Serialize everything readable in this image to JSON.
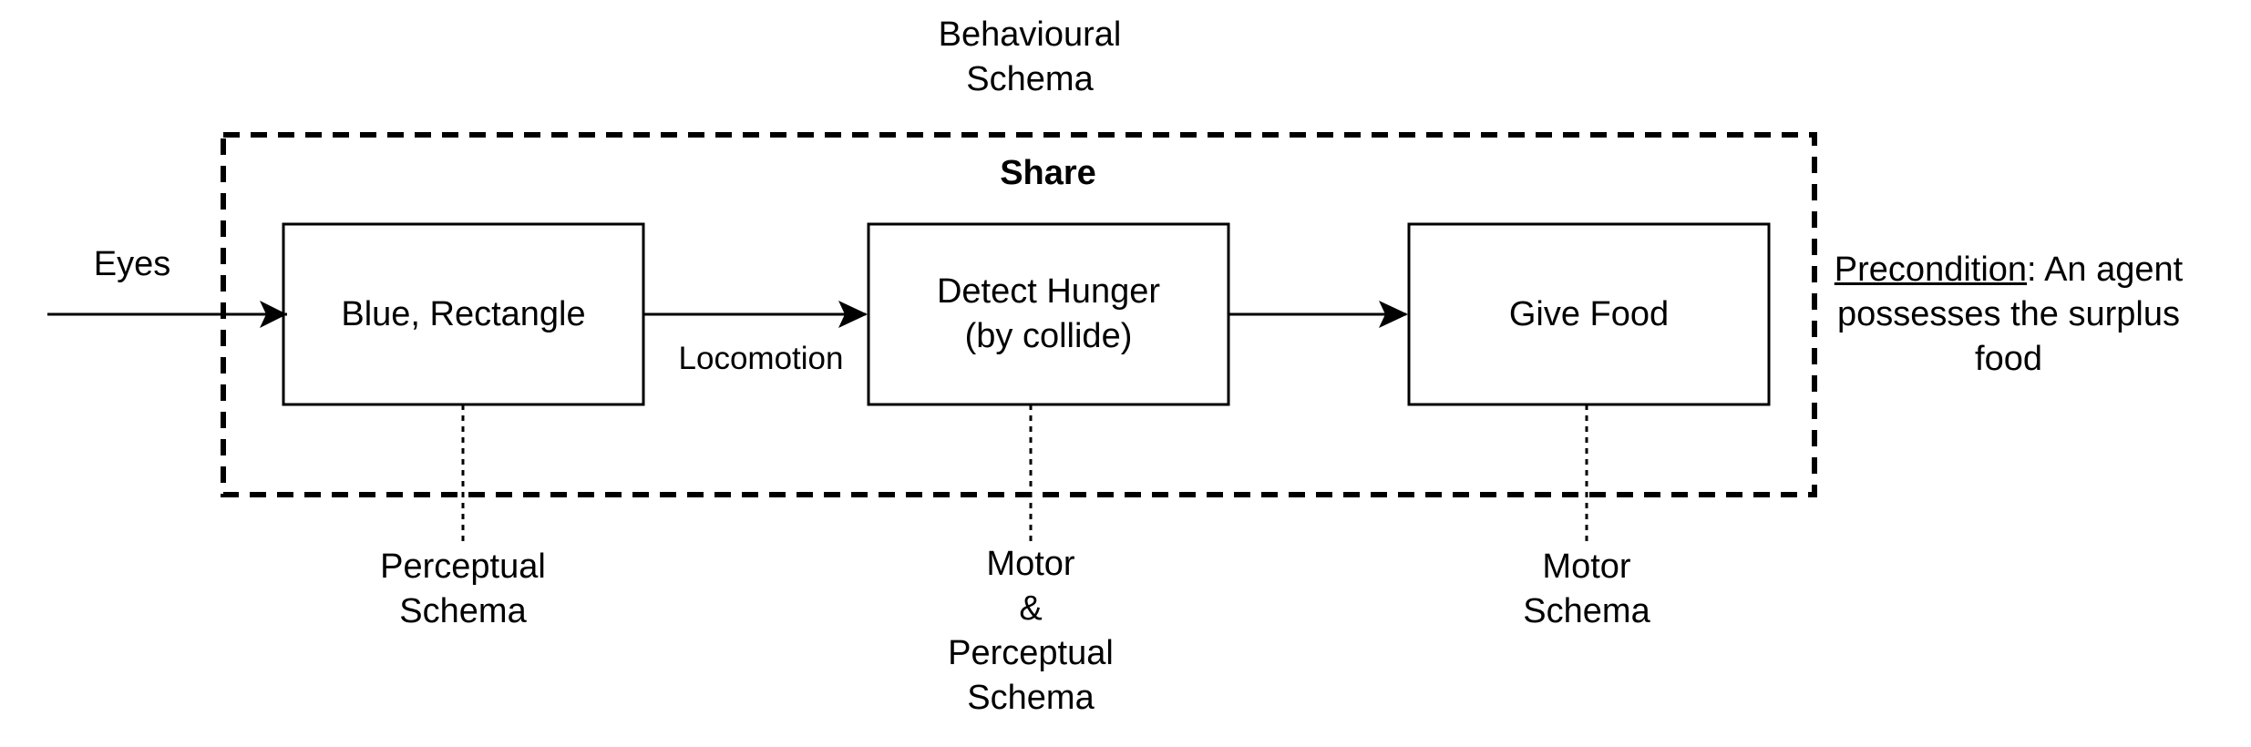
{
  "diagram": {
    "container_title": "Share",
    "container_caption": "Behavioural\nSchema",
    "input_label": "Eyes",
    "nodes": [
      {
        "id": "perceive",
        "label": "Blue, Rectangle",
        "caption": "Perceptual\nSchema"
      },
      {
        "id": "detect",
        "label": "Detect Hunger\n(by collide)",
        "caption": "Motor\n&\nPerceptual\nSchema"
      },
      {
        "id": "give",
        "label": "Give Food",
        "caption": "Motor\nSchema"
      }
    ],
    "edges": [
      {
        "from": "Eyes",
        "to": "perceive",
        "label": ""
      },
      {
        "from": "perceive",
        "to": "detect",
        "label": "Locomotion"
      },
      {
        "from": "detect",
        "to": "give",
        "label": ""
      }
    ],
    "precondition": {
      "term": "Precondition",
      "text": ": An agent\npossesses the surplus\nfood"
    }
  },
  "colors": {
    "stroke": "#000000",
    "background": "#ffffff"
  }
}
